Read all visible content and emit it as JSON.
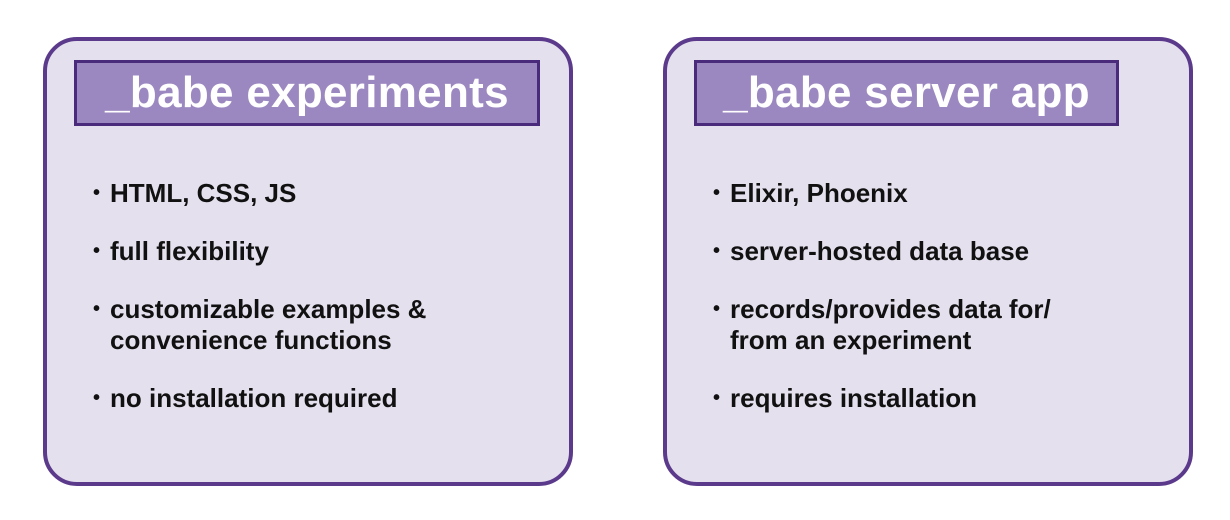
{
  "cards": [
    {
      "title": "_babe experiments",
      "bullets": [
        "HTML, CSS, JS",
        "full flexibility",
        "customizable examples &\nconvenience functions",
        "no installation required"
      ]
    },
    {
      "title": "_babe server app",
      "bullets": [
        "Elixir, Phoenix",
        "server-hosted data base",
        "records/provides data for/\nfrom an experiment",
        "requires installation"
      ]
    }
  ],
  "colors": {
    "card_fill": "#e5e0ee",
    "card_border": "#5b3a8c",
    "title_fill": "#9c88c0",
    "title_border": "#4a2a7a",
    "title_text": "#ffffff"
  },
  "bullet_glyph": "•"
}
